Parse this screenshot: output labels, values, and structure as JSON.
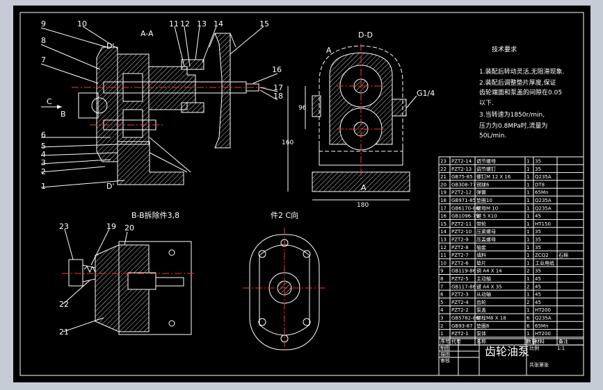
{
  "views": {
    "aa": "A-A",
    "dd": "D-D",
    "bb": "B-B拆除件3,8",
    "part2": "件2 C向",
    "a_mark": "A",
    "b_mark": "B",
    "c_mark": "C",
    "d_mark": "D",
    "d1": "D'",
    "pipe": "G1/4"
  },
  "tech": {
    "title": "技术要求",
    "lines": [
      "1.装配后转动灵活,无阻滞现象.",
      "2.装配后调整垫片厚度,保证",
      "齿轮端面和泵盖的间隙在0.05",
      "以下.",
      "3.当转速为1850r/min,",
      "压力为0.8MPa时,流量为",
      "50L/min."
    ]
  },
  "callouts_left": [
    "9",
    "8",
    "7",
    "6",
    "5",
    "4",
    "3",
    "2",
    "1"
  ],
  "callouts_top": [
    "10",
    "11",
    "12",
    "13",
    "14",
    "15"
  ],
  "callouts_right": [
    "16",
    "17",
    "18"
  ],
  "callouts_bb": [
    "23",
    "19",
    "20",
    "22",
    "21"
  ],
  "dims": {
    "width": "180",
    "height": "160",
    "h2": "96"
  },
  "bom": [
    [
      "23",
      "PZT2-14",
      "调节螺母",
      "1",
      "35",
      ""
    ],
    [
      "22",
      "PZT2-13",
      "调节螺钉",
      "1",
      "35",
      ""
    ],
    [
      "21",
      "GB75-85",
      "螺钉M 12 X 16",
      "1",
      "Q235A",
      ""
    ],
    [
      "20",
      "GB308-77",
      "钢球6",
      "1",
      "DT8",
      ""
    ],
    [
      "19",
      "PZT2-12",
      "弹簧",
      "1",
      "65Mn",
      ""
    ],
    [
      "18",
      "GB971-85",
      "垫圈10",
      "1",
      "Q235A",
      ""
    ],
    [
      "17",
      "GB6170-86",
      "螺母M 10",
      "1",
      "Q235A",
      ""
    ],
    [
      "16",
      "GB1096-79",
      "键 5 X10",
      "1",
      "45",
      ""
    ],
    [
      "15",
      "PZT2-11",
      "带轮",
      "1",
      "HT150",
      ""
    ],
    [
      "14",
      "PZT2-10",
      "压紧螺母",
      "1",
      "35",
      ""
    ],
    [
      "13",
      "PZT2-9",
      "压盖螺母",
      "1",
      "35",
      ""
    ],
    [
      "12",
      "PZT2-8",
      "轴套",
      "1",
      "35",
      ""
    ],
    [
      "11",
      "PZT2-7",
      "填料",
      "1",
      "ZCQ2",
      "石棉"
    ],
    [
      "10",
      "PZT2-6",
      "垫片",
      "1",
      "工业用纸",
      ""
    ],
    [
      "9",
      "GB119-86",
      "销 A4 X 14",
      "2",
      "35",
      ""
    ],
    [
      "8",
      "PZT2-5",
      "主动轴",
      "1",
      "45",
      ""
    ],
    [
      "7",
      "GB117-86",
      "键 A4 X 35",
      "2",
      "45",
      ""
    ],
    [
      "6",
      "PZT2-3",
      "从动轴",
      "1",
      "45",
      ""
    ],
    [
      "5",
      "PZT2-4",
      "齿轮",
      "2",
      "45",
      ""
    ],
    [
      "4",
      "PZT2-2",
      "泵盖",
      "1",
      "HT200",
      ""
    ],
    [
      "3",
      "GB5782-86",
      "螺栓M8 X 18",
      "6",
      "Q235A",
      ""
    ],
    [
      "2",
      "GB93-87",
      "垫圈8",
      "6",
      "65Mn",
      ""
    ],
    [
      "1",
      "PZT2-1",
      "泵体",
      "1",
      "HT200",
      ""
    ]
  ],
  "bom_header": [
    "序号",
    "代号",
    "名称",
    "数量",
    "材料",
    "备注"
  ],
  "title_block": {
    "name": "齿轮油泵",
    "r1": "制图",
    "r2": "描图",
    "r3": "审核",
    "scale_label": "比例",
    "scale": "1:1",
    "sheet": "共张第张"
  }
}
